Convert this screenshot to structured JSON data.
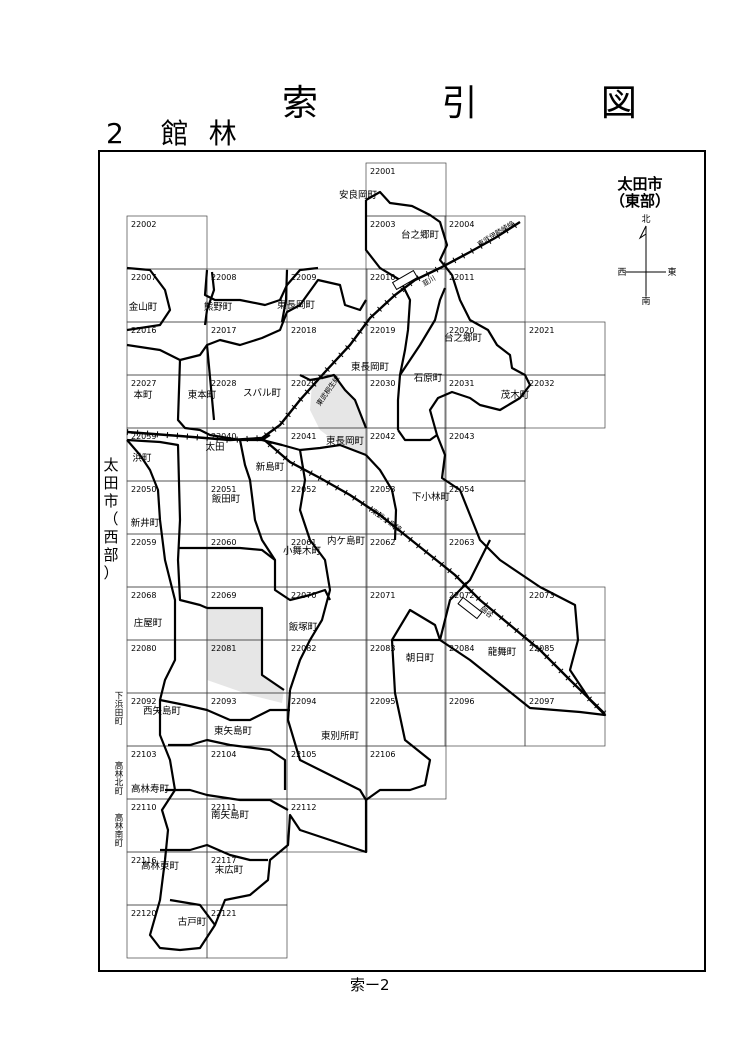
{
  "header": {
    "title": "索 引 図",
    "subtitle_number": "2",
    "subtitle_name": "館林"
  },
  "footer": {
    "page_label": "索ー2"
  },
  "legend": {
    "city": "太田市",
    "district": "（東部）",
    "north": "北",
    "south": "南",
    "east": "東",
    "west": "西"
  },
  "west_label": [
    "太",
    "田",
    "市",
    "（",
    "西",
    "部",
    "）"
  ],
  "grid_cells": [
    "22001",
    "22002",
    "22003",
    "22004",
    "22007",
    "22008",
    "22009",
    "22010",
    "22011",
    "22016",
    "22017",
    "22018",
    "22019",
    "22020",
    "22021",
    "22027",
    "22028",
    "22029",
    "22030",
    "22031",
    "22032",
    "22039",
    "22040",
    "22041",
    "22042",
    "22043",
    "22050",
    "22051",
    "22052",
    "22053",
    "22054",
    "22059",
    "22060",
    "22061",
    "22062",
    "22063",
    "22068",
    "22069",
    "22070",
    "22071",
    "22072",
    "22073",
    "22080",
    "22081",
    "22082",
    "22083",
    "22084",
    "22085",
    "22092",
    "22093",
    "22094",
    "22095",
    "22096",
    "22097",
    "22103",
    "22104",
    "22105",
    "22106",
    "22110",
    "22111",
    "22112",
    "22116",
    "22117",
    "22120",
    "22121"
  ],
  "place_names": [
    "安良岡町",
    "台之郷町",
    "金山町",
    "熊野町",
    "東長岡町",
    "本町",
    "東本町",
    "スバル町",
    "東長岡町",
    "石原町",
    "台之郷町",
    "茂木町",
    "浜町",
    "太田",
    "新島町",
    "東長岡町",
    "飯田町",
    "下小林町",
    "新井町",
    "小舞木町",
    "内ケ島町",
    "庄屋町",
    "飯塚町",
    "朝日町",
    "龍舞町",
    "西矢島町",
    "東矢島町",
    "東別所町",
    "高林寿町",
    "南矢島町",
    "高林東町",
    "末広町",
    "古戸町",
    "下浜田町",
    "高林北町",
    "高林南町"
  ],
  "rail_labels": [
    "東武伊勢崎線",
    "東武桐生線",
    "東武小泉線",
    "細谷",
    "韮川"
  ]
}
